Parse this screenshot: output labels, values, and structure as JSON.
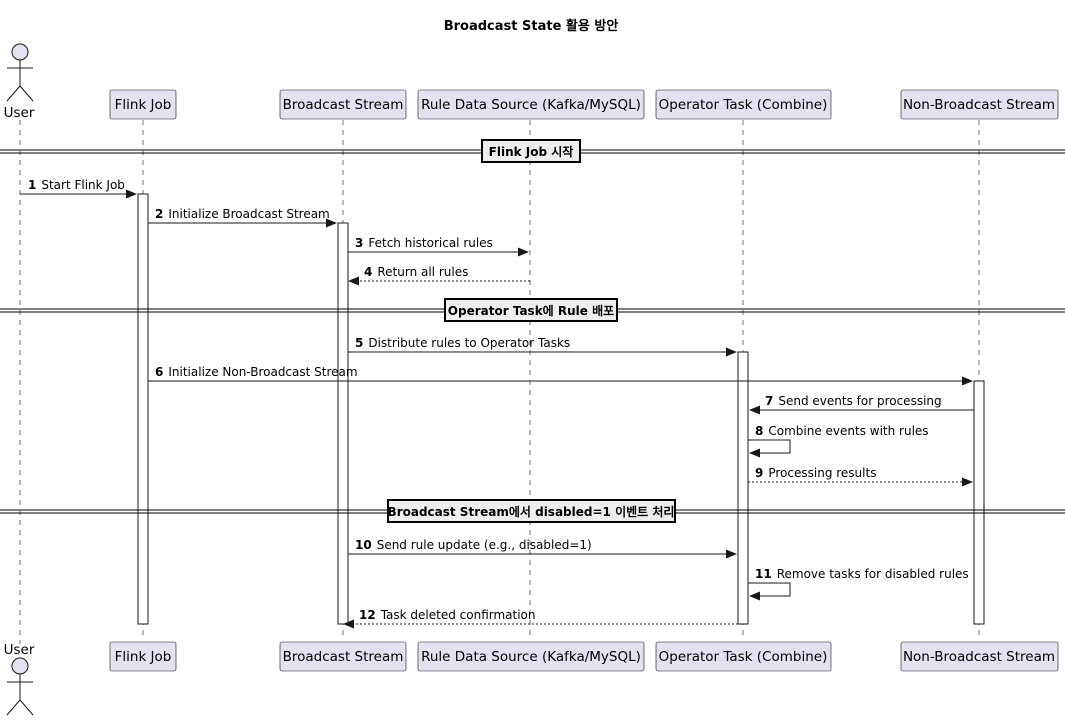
{
  "diagram": {
    "title": "Broadcast State 활용 방안",
    "participants": [
      {
        "id": "user",
        "label": "User",
        "kind": "actor"
      },
      {
        "id": "flink",
        "label": "Flink Job",
        "kind": "participant"
      },
      {
        "id": "broadcast",
        "label": "Broadcast Stream",
        "kind": "participant"
      },
      {
        "id": "ruleds",
        "label": "Rule Data Source (Kafka/MySQL)",
        "kind": "participant"
      },
      {
        "id": "operator",
        "label": "Operator Task (Combine)",
        "kind": "participant"
      },
      {
        "id": "nonbroadcast",
        "label": "Non-Broadcast Stream",
        "kind": "participant"
      }
    ],
    "dividers": [
      {
        "label": "Flink Job 시작"
      },
      {
        "label": "Operator Task에 Rule 배포"
      },
      {
        "label": "Broadcast Stream에서 disabled=1 이벤트 처리"
      }
    ],
    "messages": [
      {
        "num": "1",
        "text": "Start Flink Job",
        "from": "user",
        "to": "flink",
        "style": "solid"
      },
      {
        "num": "2",
        "text": "Initialize Broadcast Stream",
        "from": "flink",
        "to": "broadcast",
        "style": "solid"
      },
      {
        "num": "3",
        "text": "Fetch historical rules",
        "from": "broadcast",
        "to": "ruleds",
        "style": "solid"
      },
      {
        "num": "4",
        "text": "Return all rules",
        "from": "ruleds",
        "to": "broadcast",
        "style": "dashed"
      },
      {
        "num": "5",
        "text": "Distribute rules to Operator Tasks",
        "from": "broadcast",
        "to": "operator",
        "style": "solid"
      },
      {
        "num": "6",
        "text": "Initialize Non-Broadcast Stream",
        "from": "flink",
        "to": "nonbroadcast",
        "style": "solid"
      },
      {
        "num": "7",
        "text": "Send events for processing",
        "from": "nonbroadcast",
        "to": "operator",
        "style": "solid"
      },
      {
        "num": "8",
        "text": "Combine events with rules",
        "from": "operator",
        "to": "operator",
        "style": "self"
      },
      {
        "num": "9",
        "text": "Processing results",
        "from": "operator",
        "to": "nonbroadcast",
        "style": "dashed"
      },
      {
        "num": "10",
        "text": "Send rule update (e.g., disabled=1)",
        "from": "broadcast",
        "to": "operator",
        "style": "solid"
      },
      {
        "num": "11",
        "text": "Remove tasks for disabled rules",
        "from": "operator",
        "to": "operator",
        "style": "self"
      },
      {
        "num": "12",
        "text": "Task deleted confirmation",
        "from": "operator",
        "to": "broadcast",
        "style": "dashed"
      }
    ]
  }
}
